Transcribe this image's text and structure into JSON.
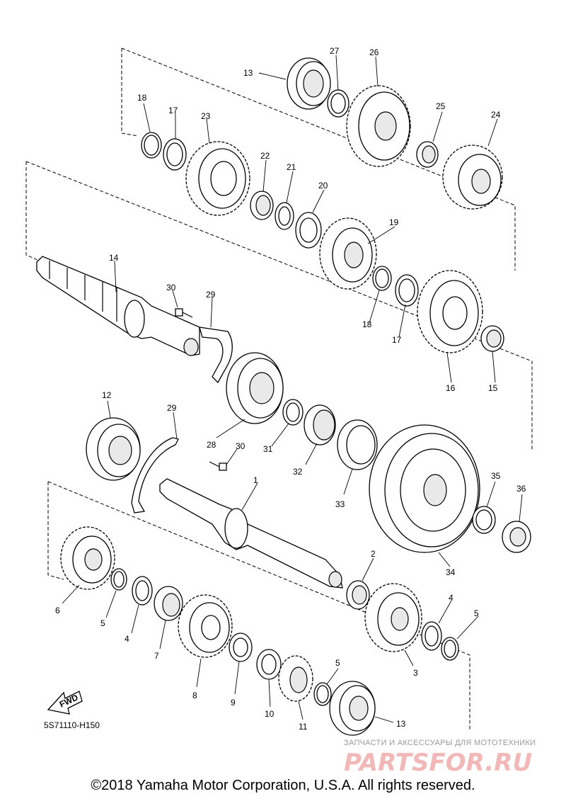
{
  "diagram_code": "5S71110-H150",
  "fwd_label": "FWD",
  "watermark": {
    "tagline": "ЗАПЧАСТИ И АКСЕССУАРЫ ДЛЯ МОТОТЕХНИКИ",
    "logo": "PARTSFOR.RU"
  },
  "copyright": "©2018 Yamaha Motor Corporation, U.S.A. All rights reserved.",
  "callouts": [
    "13",
    "27",
    "26",
    "18",
    "17",
    "23",
    "25",
    "24",
    "22",
    "21",
    "20",
    "19",
    "14",
    "30",
    "29",
    "18",
    "17",
    "16",
    "15",
    "28",
    "31",
    "32",
    "33",
    "34",
    "35",
    "36",
    "12",
    "29",
    "30",
    "1",
    "2",
    "6",
    "5",
    "4",
    "7",
    "8",
    "9",
    "10",
    "11",
    "5",
    "13",
    "3",
    "4",
    "5"
  ]
}
